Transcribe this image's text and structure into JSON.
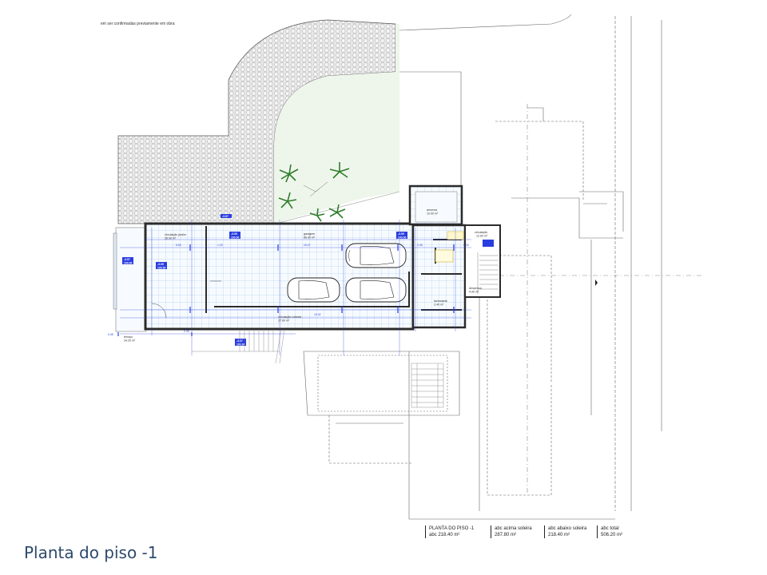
{
  "note": "em ser confirmadas previamente em obra",
  "caption": "Planta do piso -1",
  "title_block": {
    "plan_title": "PLANTA DO PISO -1",
    "plan_area": "abc 218.40 m²",
    "above_label": "abc acima soleira",
    "above_value": "287.80 m²",
    "below_label": "abc abaixo soleira",
    "below_value": "218.40 m²",
    "total_label": "abc total",
    "total_value": "506.20 m²"
  },
  "rooms": {
    "circ_jardim": "circulação jardim",
    "circ_jardim_area": "26.90 m²",
    "garagem": "garagem",
    "garagem_area": "86.30 m²",
    "circ_coberta": "circulação coberta",
    "circ_coberta_area": "27.60 m²",
    "arrumos": "arrumos",
    "arrumos_area": "10.00 m²",
    "circulacao": "circulação",
    "circulacao_area": "12.60 m²",
    "despensa": "despensa",
    "despensa_area": "4.90 m²",
    "lavandaria": "lavandaria",
    "lavandaria_area": "3.40 m²",
    "terraco": "terraço",
    "terraco_area": "34.20 m²"
  },
  "levels": {
    "l1": "-3.07",
    "l1v": "100.00",
    "l2": "-3.05",
    "l2v": "100.00",
    "l3": "-3.07",
    "l3v": "100.00",
    "l4": "-3.05",
    "l4v": "100.00",
    "l5": "-3.05",
    "l5v": "100.00",
    "l6": "-3.07",
    "l6v": "100.00"
  },
  "dims": {
    "d1": "15.47",
    "d2": "10.02",
    "d3": "5.60",
    "d4": "2.45",
    "d5": "0.45",
    "d6": "1.20",
    "d7": "2.40",
    "d8": "0.30"
  },
  "colors": {
    "line": "#3a3a3a",
    "dim_blue": "#2a3ee0",
    "grid_blue": "#8fb7e0",
    "lawn": "#eef6ec",
    "caption": "#2d4a6b"
  }
}
